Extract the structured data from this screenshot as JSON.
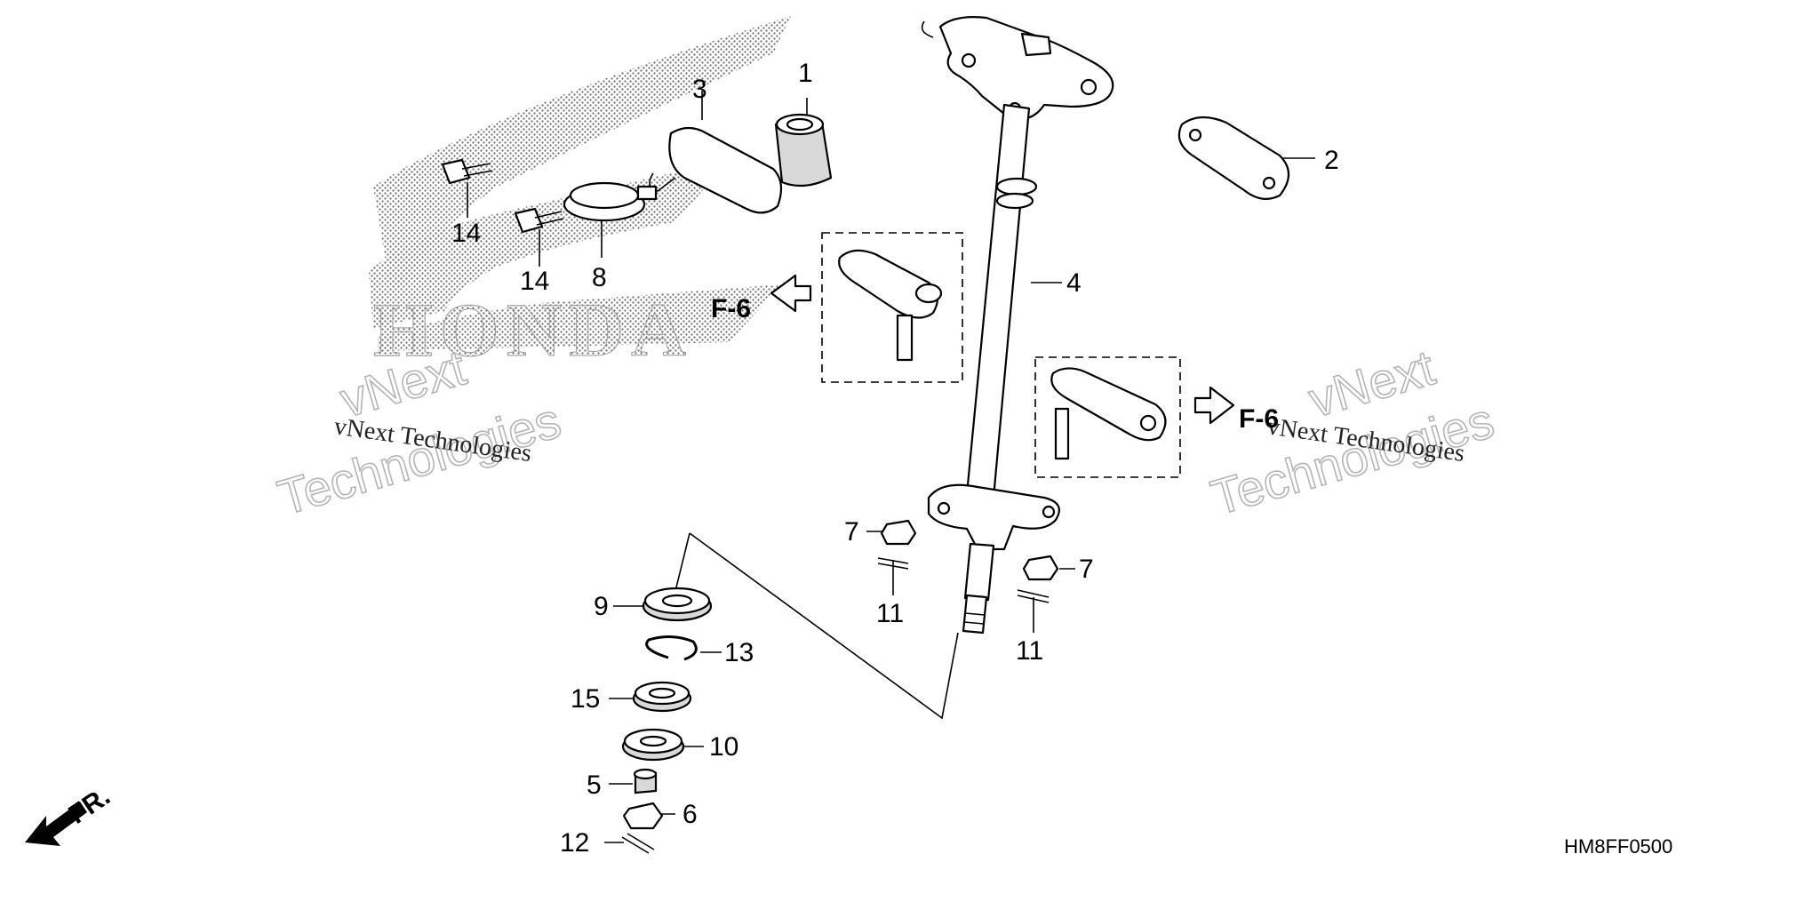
{
  "diagram": {
    "brand_mark_text": "HONDA",
    "watermarks": [
      {
        "line1": "vNext",
        "line2": "Technologies",
        "caption": "vNext Technologies"
      },
      {
        "line1": "vNext",
        "line2": "Technologies",
        "caption": "vNext Technologies"
      }
    ],
    "callouts": [
      {
        "id": "c1",
        "label": "1"
      },
      {
        "id": "c2",
        "label": "2"
      },
      {
        "id": "c3",
        "label": "3"
      },
      {
        "id": "c4",
        "label": "4"
      },
      {
        "id": "c5",
        "label": "5"
      },
      {
        "id": "c6",
        "label": "6"
      },
      {
        "id": "c7a",
        "label": "7"
      },
      {
        "id": "c7b",
        "label": "7"
      },
      {
        "id": "c8",
        "label": "8"
      },
      {
        "id": "c9",
        "label": "9"
      },
      {
        "id": "c10",
        "label": "10"
      },
      {
        "id": "c11a",
        "label": "11"
      },
      {
        "id": "c11b",
        "label": "11"
      },
      {
        "id": "c12",
        "label": "12"
      },
      {
        "id": "c13",
        "label": "13"
      },
      {
        "id": "c14a",
        "label": "14"
      },
      {
        "id": "c14b",
        "label": "14"
      },
      {
        "id": "c15",
        "label": "15"
      }
    ],
    "references": [
      {
        "label": "F-6",
        "arrow_direction": "left"
      },
      {
        "label": "F-6",
        "arrow_direction": "right"
      }
    ],
    "front_indicator": "FR.",
    "drawing_code": "HM8FF0500"
  }
}
